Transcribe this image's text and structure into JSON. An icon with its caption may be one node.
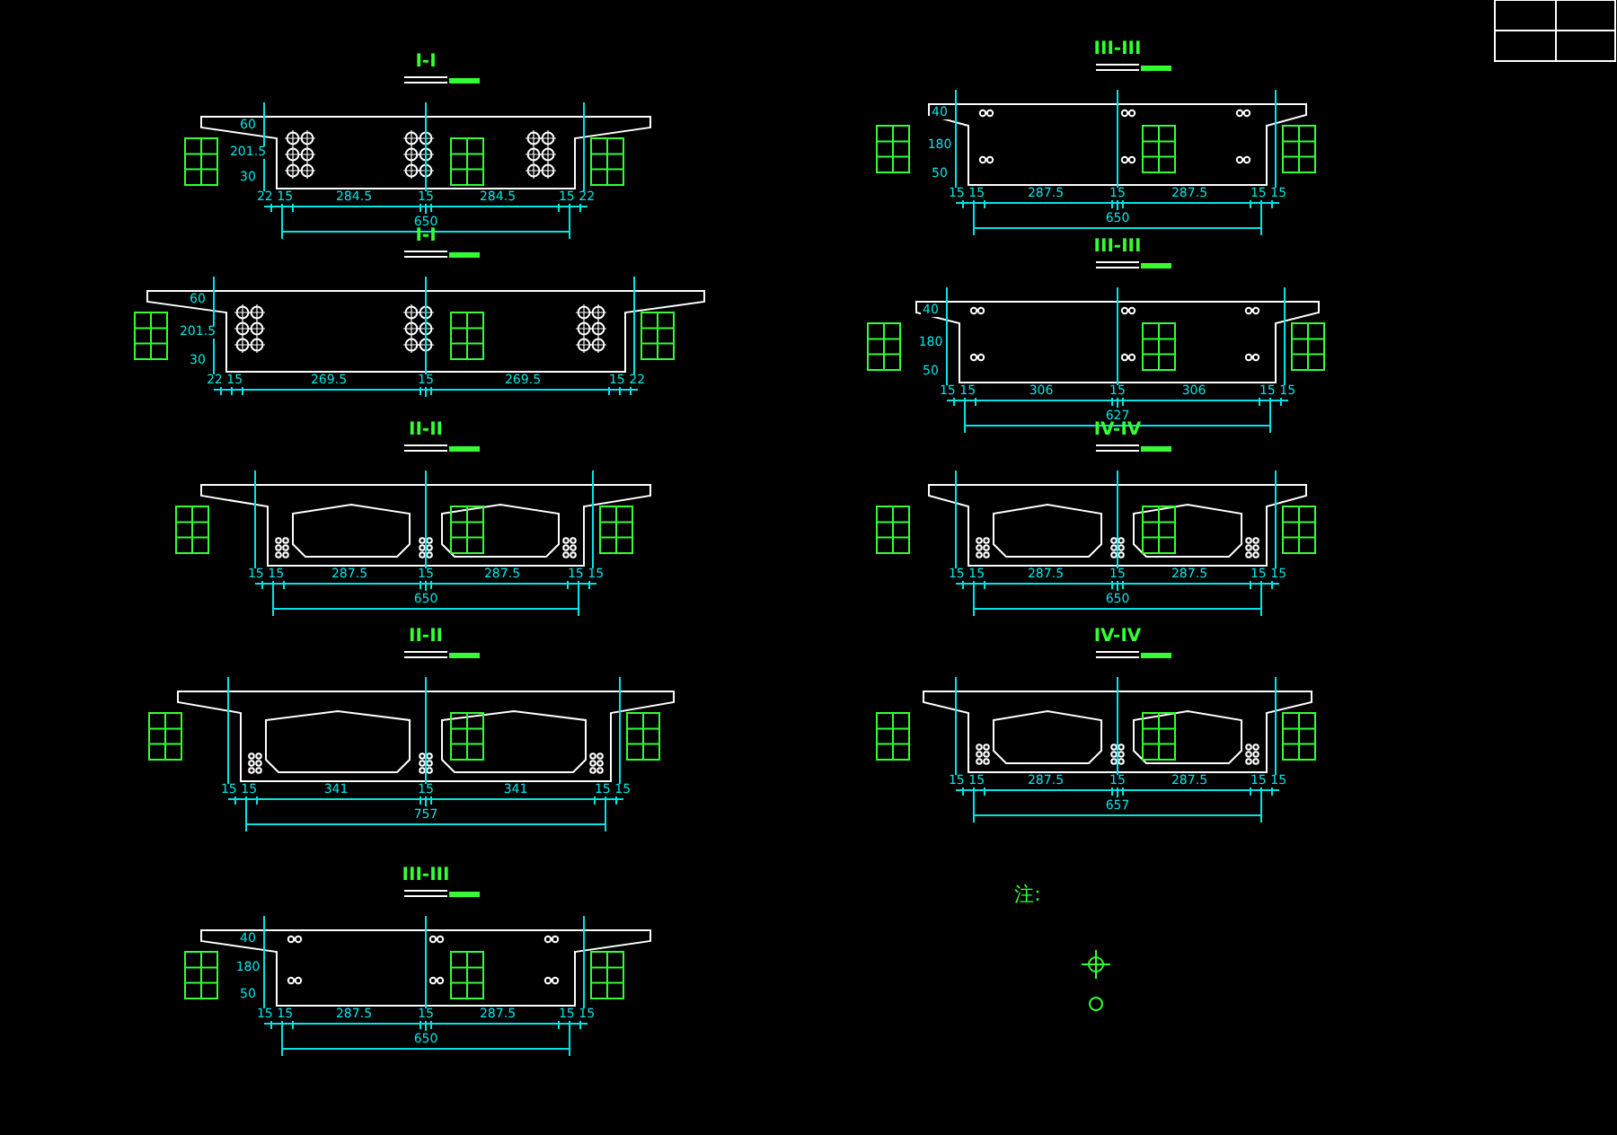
{
  "diagram": {
    "labels": [
      "I-I",
      "60",
      "201.5",
      "30",
      "22 15",
      "284.5",
      "15",
      "284.5",
      "15 22",
      "650",
      "III-III",
      "40",
      "180",
      "50",
      "15 15",
      "287.5",
      "15",
      "287.5",
      "15 15",
      "650",
      "I-I",
      "60",
      "201.5",
      "30",
      "22 15",
      "269.5",
      "15",
      "269.5",
      "15 22",
      "III-III",
      "40",
      "180",
      "50",
      "15 15",
      "306",
      "15",
      "306",
      "15 15",
      "627",
      "II-II",
      "15 15",
      "287.5",
      "15",
      "287.5",
      "15 15",
      "650",
      "IV-IV",
      "15 15",
      "287.5",
      "15",
      "287.5",
      "15 15",
      "650",
      "II-II",
      "15 15",
      "341",
      "15",
      "341",
      "15 15",
      "757",
      "IV-IV",
      "15 15",
      "287.5",
      "15",
      "287.5",
      "15 15",
      "657",
      "III-III",
      "40",
      "180",
      "50",
      "15 15",
      "287.5",
      "15",
      "287.5",
      "15 15",
      "650",
      "注:"
    ]
  }
}
